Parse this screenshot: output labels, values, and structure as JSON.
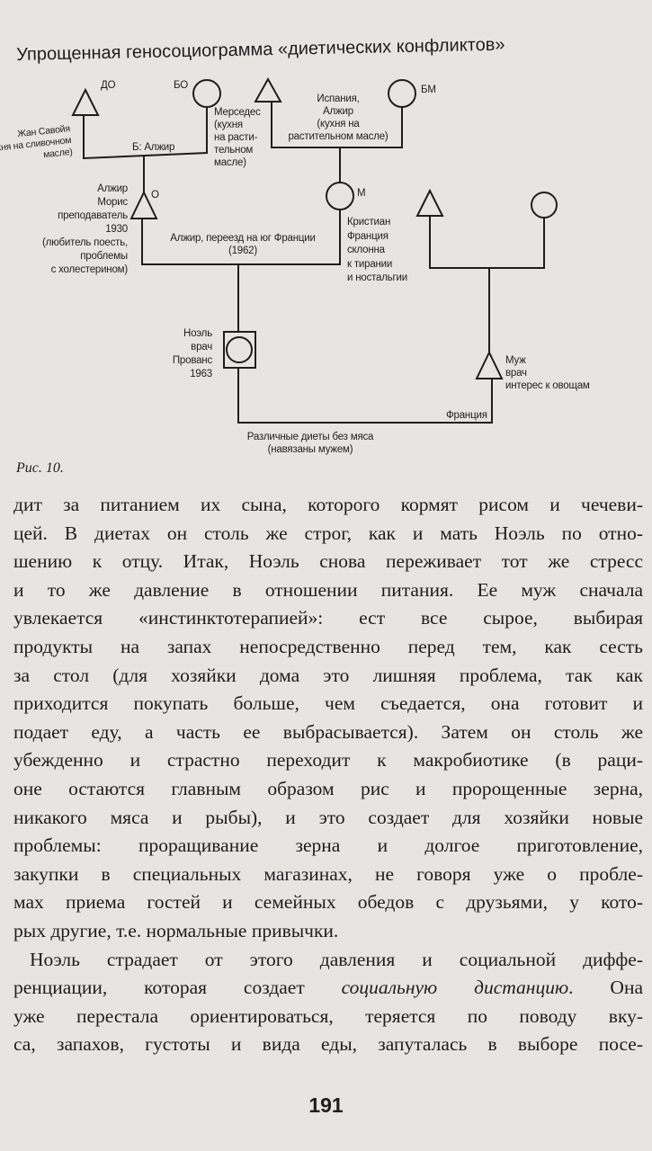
{
  "figure": {
    "title": "Упрощенная геносоциограмма «диетических конфликтов»",
    "caption": "Рис. 10.",
    "labels": {
      "do": "ДО",
      "bo": "БО",
      "bm": "БМ",
      "m": "М",
      "o": "О",
      "jean": [
        "Жан Савойя",
        "(кухня на сливочном",
        "масле)"
      ],
      "b_alger": "Б: Алжир",
      "mercedes": [
        "Мерседес",
        "(кухня",
        "на расти-",
        "тельном",
        "масле)"
      ],
      "spain": [
        "Испания,",
        "Алжир",
        "(кухня на",
        "растительном масле)"
      ],
      "maurice": [
        "Алжир",
        "Морис",
        "преподаватель",
        "1930",
        "(любитель поесть,",
        "проблемы",
        "с холестерином)"
      ],
      "move": [
        "Алжир, переезд на юг Франции",
        "(1962)"
      ],
      "christiane": [
        "Кристиан",
        "Франция",
        "склонна",
        "к тирании",
        "и ностальгии"
      ],
      "noel": [
        "Ноэль",
        "врач",
        "Прованс",
        "1963"
      ],
      "husband": [
        "Муж",
        "врач",
        "интерес к овощам"
      ],
      "france": "Франция",
      "diets": [
        "Различные диеты без мяса",
        "(навязаны мужем)"
      ]
    }
  },
  "body": {
    "lines": [
      "дит за питанием их сына, которого кормят рисом и чечеви-",
      "цей. В диетах он столь же строг, как и мать Ноэль по отно-",
      "шению к отцу. Итак, Ноэль снова переживает тот же стресс",
      "и то же давление в отношении питания. Ее муж сначала",
      "увлекается «инстинктотерапией»: ест все сырое, выбирая",
      "продукты на запах непосредственно перед тем, как сесть",
      "за стол (для хозяйки дома это лишняя проблема, так как",
      "приходится покупать больше, чем съедается, она готовит и",
      "подает еду, а часть ее выбрасывается). Затем он столь же",
      "убежденно и страстно переходит к макробиотике (в раци-",
      "оне остаются главным образом рис и пророщенные зерна,",
      "никакого мяса и рыбы), и это создает для хозяйки новые",
      "проблемы: проращивание зерна и долгое приготовление,",
      "закупки в специальных магазинах, не говоря уже о пробле-",
      "мах приема гостей и семейных обедов с друзьями, у кото-",
      "рых другие, т.е. нормальные привычки."
    ],
    "p2_first": "Ноэль страдает от этого давления и социальной диффе-",
    "p2_second_a": "ренциации, которая создает ",
    "p2_second_em": "социальную дистанцию",
    "p2_second_b": ". Она",
    "p2_rest": [
      "уже перестала ориентироваться, теряется по поводу вку-",
      "са, запахов, густоты и вида еды, запуталась в выборе посе-"
    ]
  },
  "page_number": "191"
}
